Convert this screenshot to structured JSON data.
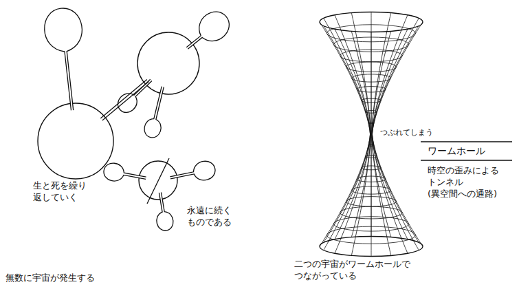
{
  "diagram": {
    "labels": [
      "生と死を繰り 返していく",
      "永遠に続く ものである",
      "無数に宇宙が発生する",
      "つぶれてしまう",
      "ワームホール",
      "時空の歪みによる トンネル (異空間への通路)",
      "二つの宇宙がワームホールで つながっている"
    ]
  }
}
